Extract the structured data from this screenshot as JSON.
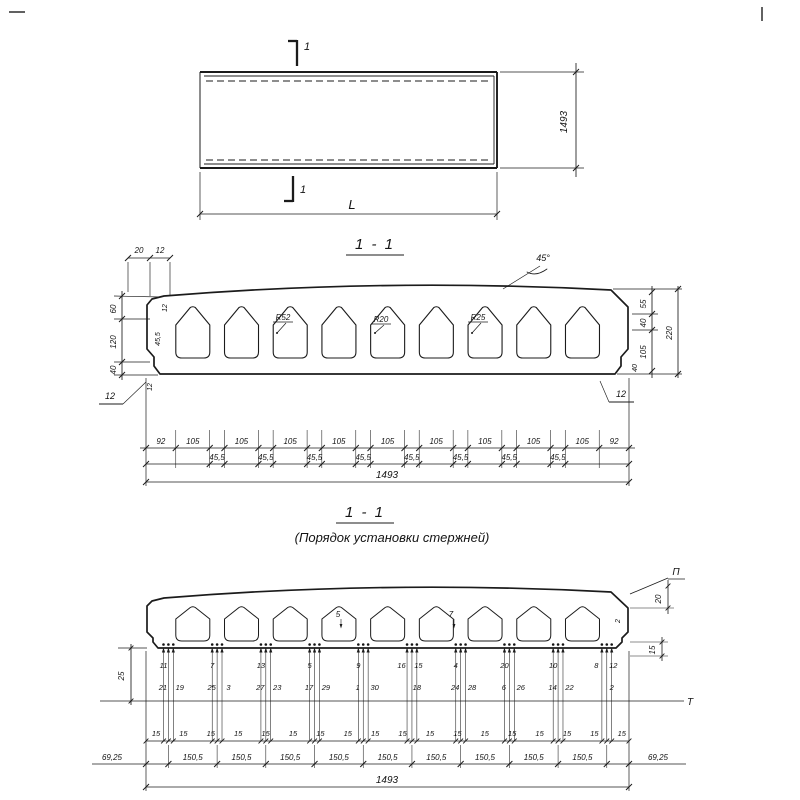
{
  "plan_view": {
    "section_mark": "1",
    "length_label": "L",
    "height_dim": "1493"
  },
  "section_view": {
    "title": "1 - 1",
    "angle_label": "45°",
    "top_left_dims": [
      "20",
      "12"
    ],
    "left_chain": [
      "60",
      "120",
      "40"
    ],
    "left_inner_dims": [
      "12",
      "12"
    ],
    "left_bottom_dim": "12",
    "web_inner_dim": "45,5",
    "right_chain": [
      "55",
      "40",
      "105"
    ],
    "right_inner_bottom": "40",
    "right_total": "220",
    "right_bottom_dim": "12",
    "radius_labels": [
      "R52",
      "R20",
      "R25"
    ],
    "dim_row_1": [
      "92",
      "105",
      "105",
      "105",
      "105",
      "105",
      "105",
      "105",
      "105",
      "105",
      "92"
    ],
    "dim_row_2": [
      "45,5",
      "45,5",
      "45,5",
      "45,5",
      "45,5",
      "45,5",
      "45,5",
      "45,5"
    ],
    "total_dim": "1493"
  },
  "rods_view": {
    "title": "1 - 1",
    "subtitle": "(Порядок установки стержней)",
    "view_mark_top": "П",
    "axis_mark": "Т",
    "left_dim": "25",
    "right_dim_top": "20",
    "right_dim_mid": "15",
    "right_inner_dim": "2",
    "callouts": [
      "5",
      "7"
    ],
    "rod_numbers": [
      [
        "11",
        "u"
      ],
      [
        "21",
        "l"
      ],
      [
        "19",
        "l"
      ],
      [
        "7",
        "u"
      ],
      [
        "25",
        "l"
      ],
      [
        "3",
        "l"
      ],
      [
        "13",
        "u"
      ],
      [
        "27",
        "l"
      ],
      [
        "23",
        "l"
      ],
      [
        "5",
        "u"
      ],
      [
        "17",
        "l"
      ],
      [
        "29",
        "l"
      ],
      [
        "9",
        "u"
      ],
      [
        "1",
        "l"
      ],
      [
        "30",
        "l"
      ],
      [
        "16",
        "u"
      ],
      [
        "15",
        "u"
      ],
      [
        "18",
        "l"
      ],
      [
        "4",
        "u"
      ],
      [
        "24",
        "l"
      ],
      [
        "28",
        "l"
      ],
      [
        "20",
        "u"
      ],
      [
        "6",
        "l"
      ],
      [
        "26",
        "l"
      ],
      [
        "10",
        "u"
      ],
      [
        "14",
        "l"
      ],
      [
        "22",
        "l"
      ],
      [
        "8",
        "u"
      ],
      [
        "12",
        "u"
      ],
      [
        "2",
        "l"
      ]
    ],
    "dim_15_labels": [
      "15",
      "15",
      "15",
      "15",
      "15",
      "15",
      "15",
      "15",
      "15",
      "15",
      "15",
      "15",
      "15",
      "15",
      "15",
      "15",
      "15",
      "15"
    ],
    "dim_row_mid": [
      "150,5",
      "150,5",
      "150,5",
      "150,5",
      "150,5",
      "150,5",
      "150,5",
      "150,5",
      "150,5"
    ],
    "end_dims": [
      "69,25",
      "69,25"
    ],
    "total_dim": "1493"
  }
}
